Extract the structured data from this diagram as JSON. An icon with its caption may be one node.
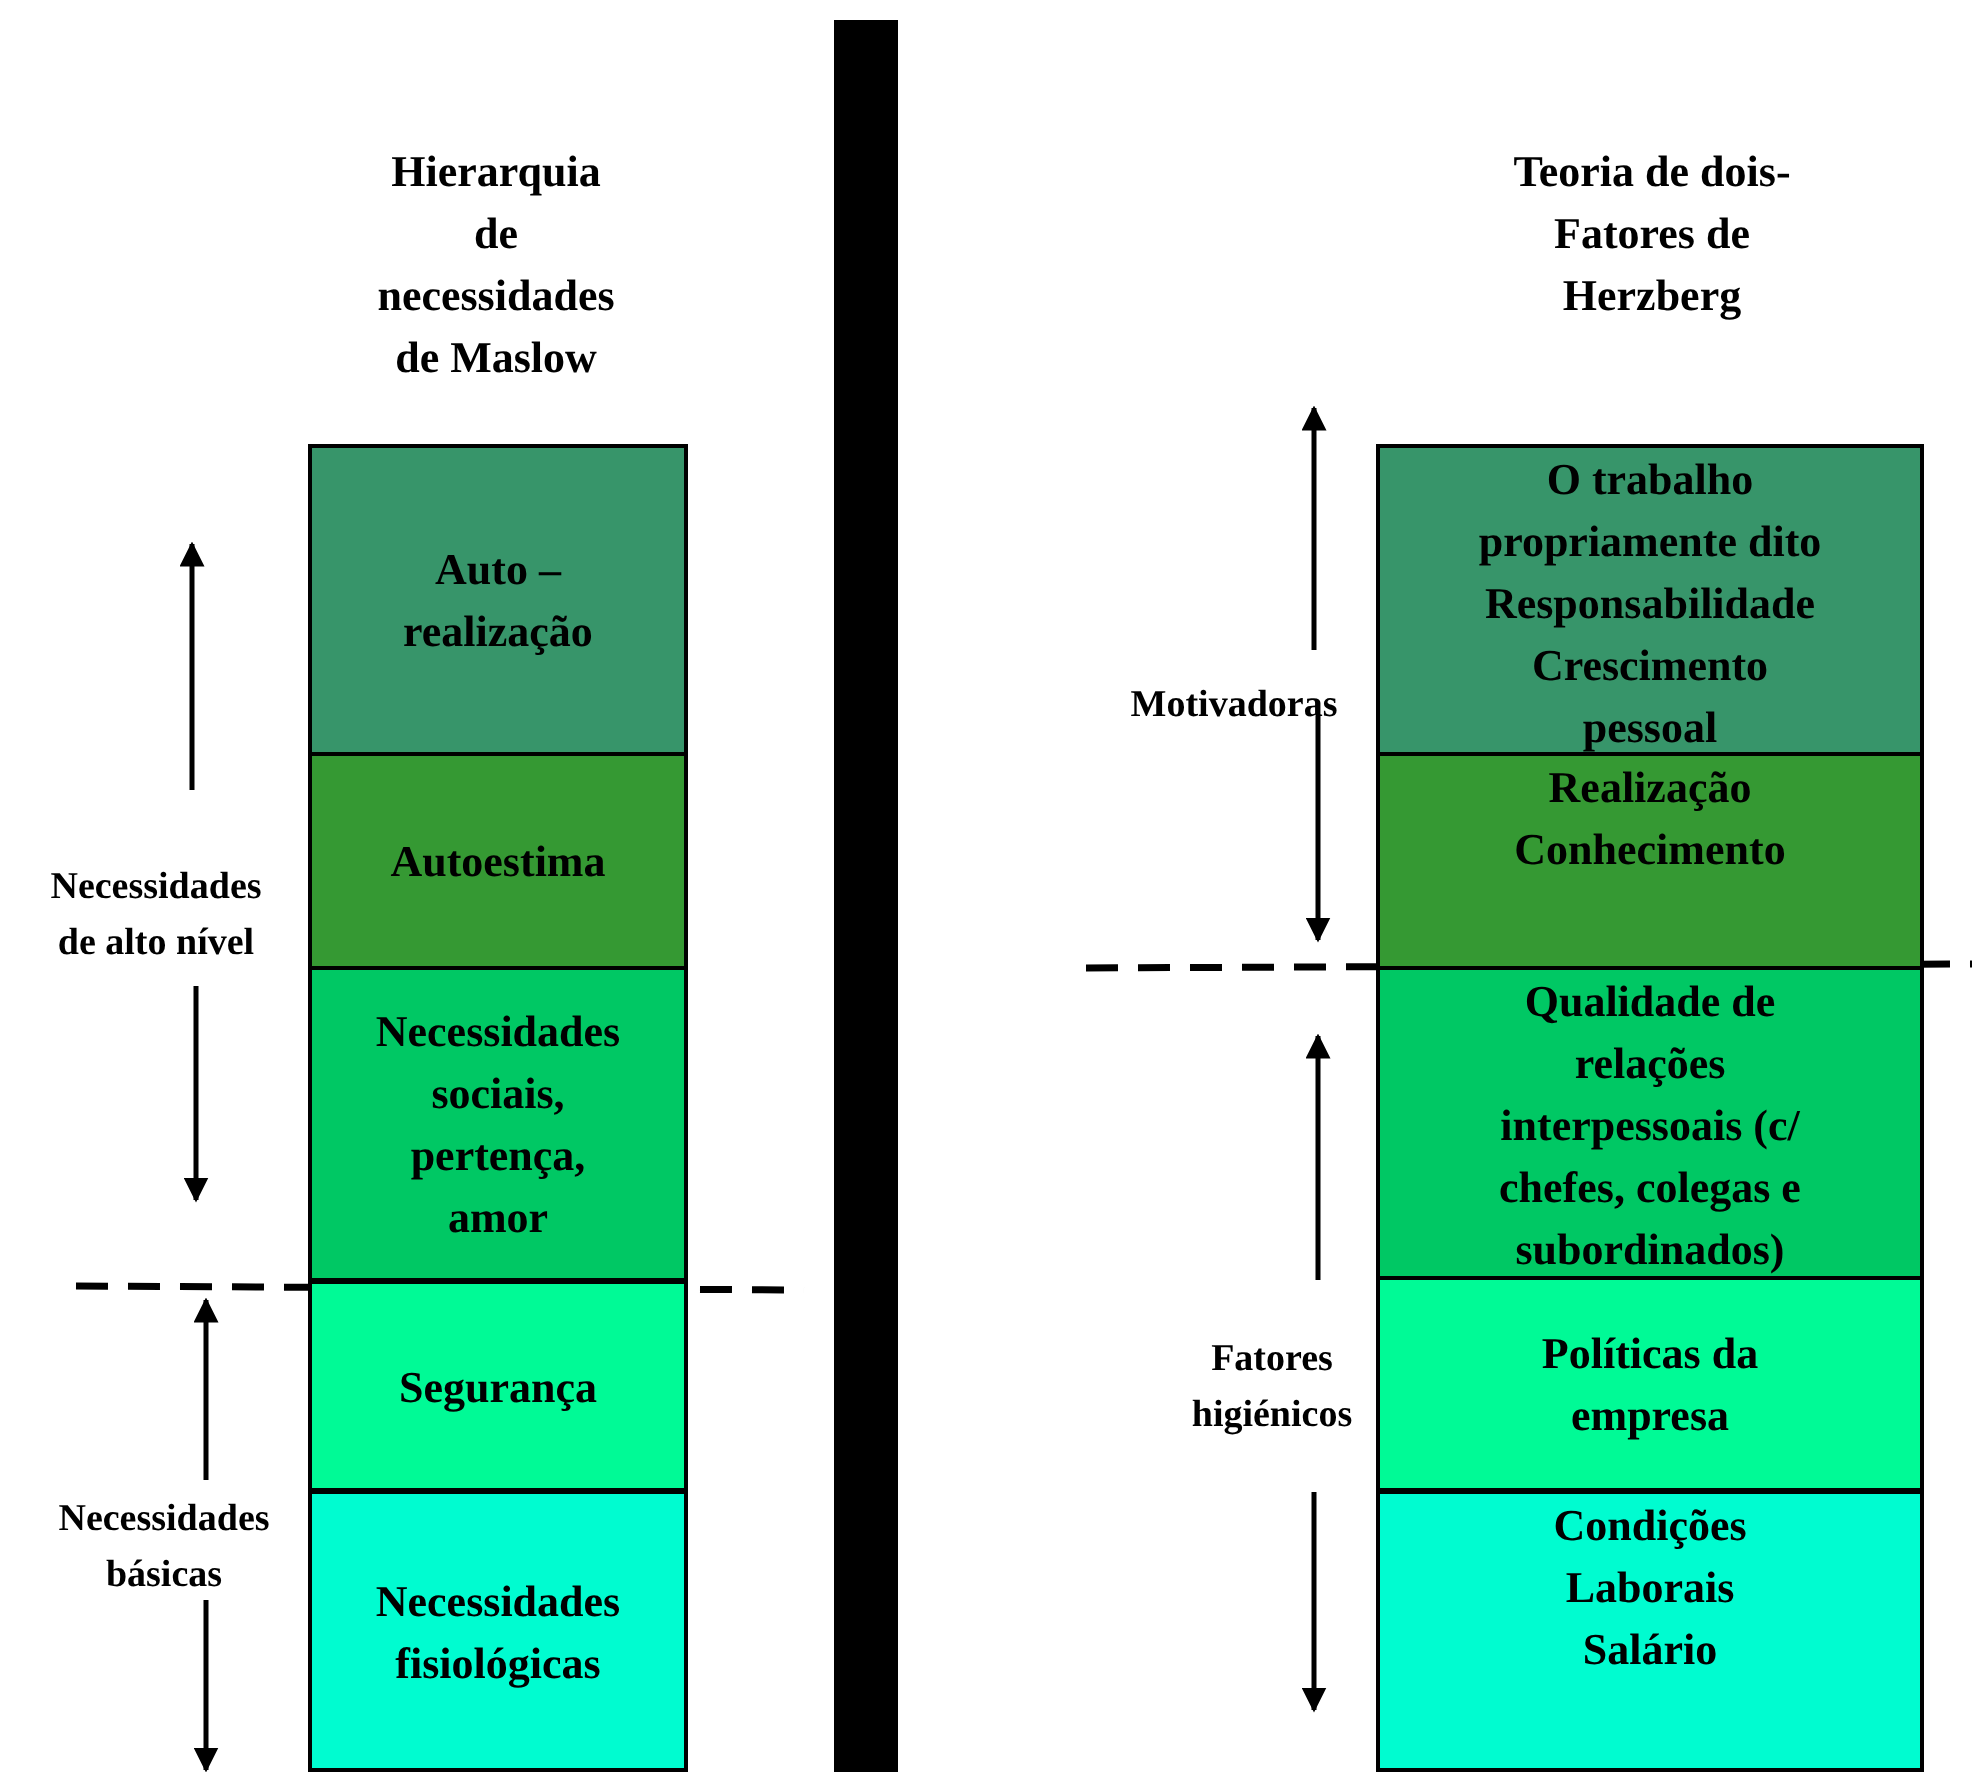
{
  "diagram": {
    "nodes": [
      {
        "text": [
          "Auto – realização"
        ]
      },
      {
        "text": [
          "Autoestima"
        ]
      },
      {
        "text": [
          "Necessidades sociais, pertença, amor"
        ]
      },
      {
        "text": [
          "Segurança"
        ]
      },
      {
        "text": [
          "Necessidades fisiológicas"
        ]
      },
      {
        "text": [],
        "shape": "bar"
      },
      {
        "text": [
          "O trabalho propriamente dito",
          "Responsabilidade",
          "Crescimento pessoal"
        ]
      },
      {
        "text": [
          "Realização",
          "Conhecimento"
        ]
      },
      {
        "text": [
          "Qualidade de relações interpessoais (c/ chefes, colegas e subordinados)"
        ]
      },
      {
        "text": [
          "Políticas da empresa"
        ]
      },
      {
        "text": [
          "Condições Laborais",
          "Salário"
        ]
      }
    ],
    "labels": [
      "Hierarquia de necessidades de Maslow",
      "Teoria de dois-Fatores de Herzberg",
      "Motivadoras",
      "Necessidades de alto nível",
      "Fatores higiénicos",
      "Necessidades básicas"
    ]
  }
}
